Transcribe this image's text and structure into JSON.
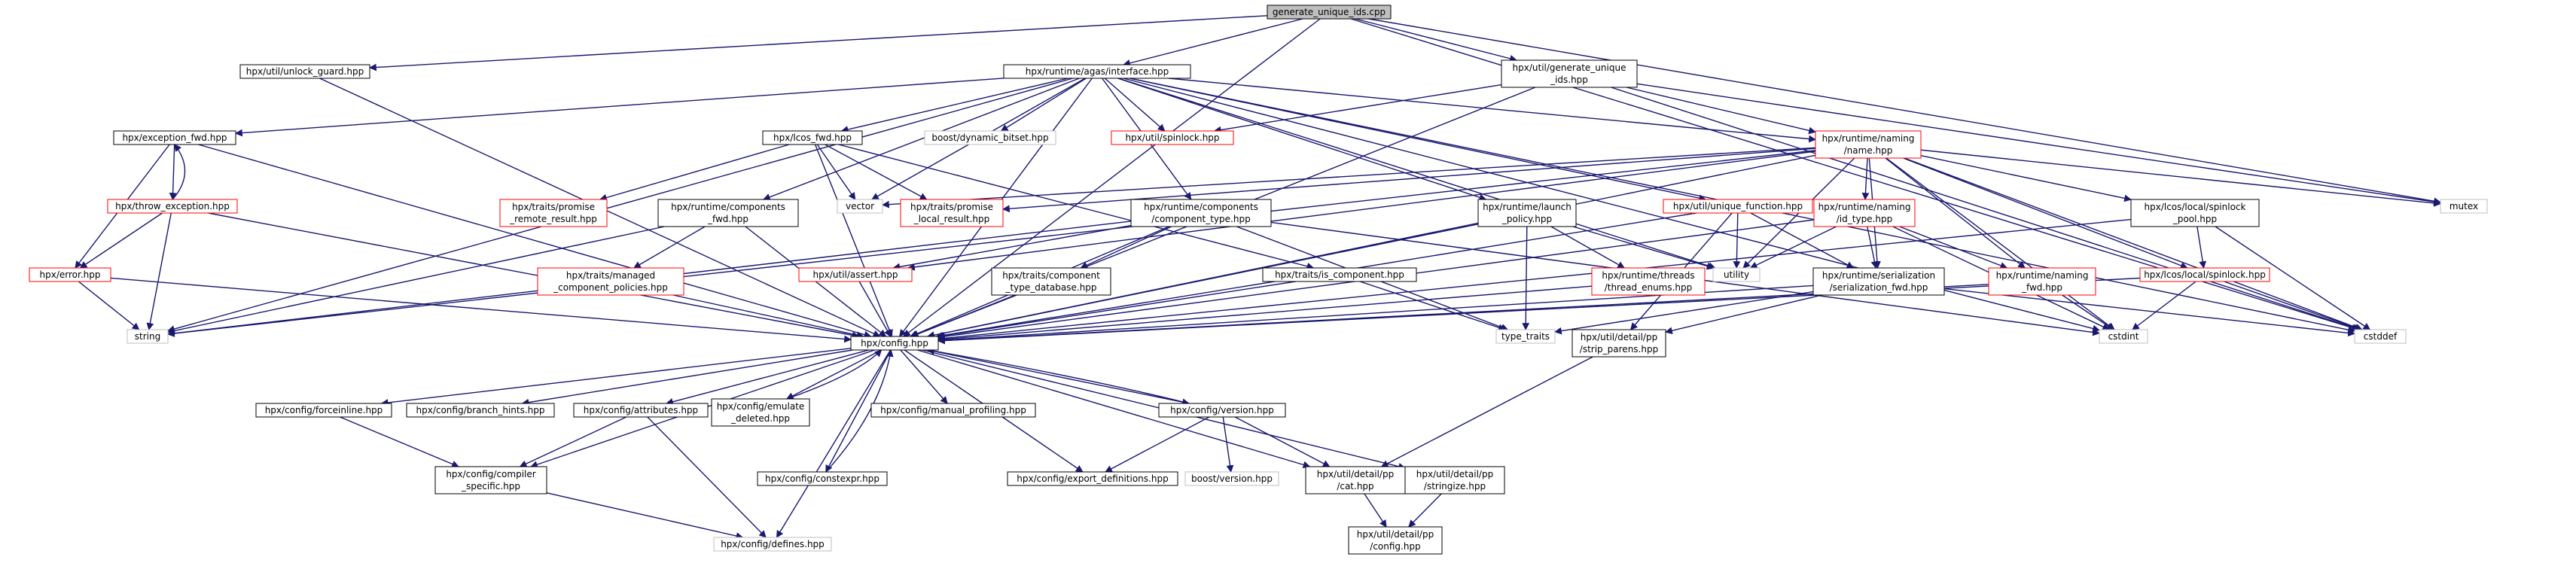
{
  "colors": {
    "edge": "#191970",
    "box_default": "#000000",
    "box_red": "#ff0000",
    "box_gray": "#bfbfbf",
    "root_fill": "#bfbfbf"
  },
  "nodes": [
    {
      "id": "root",
      "lines": [
        "generate_unique_ids.cpp"
      ],
      "style": "root"
    },
    {
      "id": "unlock_guard",
      "lines": [
        "hpx/util/unlock_guard.hpp"
      ],
      "style": "black"
    },
    {
      "id": "agas_interface",
      "lines": [
        "hpx/runtime/agas/interface.hpp"
      ],
      "style": "black"
    },
    {
      "id": "gen_unique_ids",
      "lines": [
        "hpx/util/generate_unique",
        "_ids.hpp"
      ],
      "style": "black"
    },
    {
      "id": "exception_fwd",
      "lines": [
        "hpx/exception_fwd.hpp"
      ],
      "style": "black"
    },
    {
      "id": "throw_exception",
      "lines": [
        "hpx/throw_exception.hpp"
      ],
      "style": "red"
    },
    {
      "id": "error",
      "lines": [
        "hpx/error.hpp"
      ],
      "style": "red"
    },
    {
      "id": "string",
      "lines": [
        "string"
      ],
      "style": "gray"
    },
    {
      "id": "lcos_fwd",
      "lines": [
        "hpx/lcos_fwd.hpp"
      ],
      "style": "black"
    },
    {
      "id": "promise_remote",
      "lines": [
        "hpx/traits/promise",
        "_remote_result.hpp"
      ],
      "style": "red"
    },
    {
      "id": "components_fwd",
      "lines": [
        "hpx/runtime/components",
        "_fwd.hpp"
      ],
      "style": "black"
    },
    {
      "id": "managed_component",
      "lines": [
        "hpx/traits/managed",
        "_component_policies.hpp"
      ],
      "style": "red"
    },
    {
      "id": "vector",
      "lines": [
        "vector"
      ],
      "style": "gray"
    },
    {
      "id": "promise_local",
      "lines": [
        "hpx/traits/promise",
        "_local_result.hpp"
      ],
      "style": "red"
    },
    {
      "id": "boost_dynamic_bitset",
      "lines": [
        "boost/dynamic_bitset.hpp"
      ],
      "style": "gray"
    },
    {
      "id": "spinlock",
      "lines": [
        "hpx/util/spinlock.hpp"
      ],
      "style": "red"
    },
    {
      "id": "component_type",
      "lines": [
        "hpx/runtime/components",
        "/component_type.hpp"
      ],
      "style": "black"
    },
    {
      "id": "assert",
      "lines": [
        "hpx/util/assert.hpp"
      ],
      "style": "red"
    },
    {
      "id": "component_type_db",
      "lines": [
        "hpx/traits/component",
        "_type_database.hpp"
      ],
      "style": "black"
    },
    {
      "id": "is_component",
      "lines": [
        "hpx/traits/is_component.hpp"
      ],
      "style": "black"
    },
    {
      "id": "launch_policy",
      "lines": [
        "hpx/runtime/launch",
        "_policy.hpp"
      ],
      "style": "black"
    },
    {
      "id": "unique_function",
      "lines": [
        "hpx/util/unique_function.hpp"
      ],
      "style": "red"
    },
    {
      "id": "thread_enums",
      "lines": [
        "hpx/runtime/threads",
        "/thread_enums.hpp"
      ],
      "style": "red"
    },
    {
      "id": "naming_name",
      "lines": [
        "hpx/runtime/naming",
        "/name.hpp"
      ],
      "style": "red"
    },
    {
      "id": "utility",
      "lines": [
        "utility"
      ],
      "style": "gray"
    },
    {
      "id": "id_type",
      "lines": [
        "hpx/runtime/naming",
        "/id_type.hpp"
      ],
      "style": "red"
    },
    {
      "id": "serialization_fwd",
      "lines": [
        "hpx/runtime/serialization",
        "/serialization_fwd.hpp"
      ],
      "style": "black"
    },
    {
      "id": "naming_fwd",
      "lines": [
        "hpx/runtime/naming",
        "_fwd.hpp"
      ],
      "style": "red"
    },
    {
      "id": "spinlock_pool",
      "lines": [
        "hpx/lcos/local/spinlock",
        "_pool.hpp"
      ],
      "style": "black"
    },
    {
      "id": "local_spinlock",
      "lines": [
        "hpx/lcos/local/spinlock.hpp"
      ],
      "style": "red"
    },
    {
      "id": "mutex",
      "lines": [
        "mutex"
      ],
      "style": "gray"
    },
    {
      "id": "type_traits",
      "lines": [
        "type_traits"
      ],
      "style": "gray"
    },
    {
      "id": "strip_parens",
      "lines": [
        "hpx/util/detail/pp",
        "/strip_parens.hpp"
      ],
      "style": "black"
    },
    {
      "id": "cstdint",
      "lines": [
        "cstdint"
      ],
      "style": "gray"
    },
    {
      "id": "cstddef",
      "lines": [
        "cstddef"
      ],
      "style": "gray"
    },
    {
      "id": "config",
      "lines": [
        "hpx/config.hpp"
      ],
      "style": "black"
    },
    {
      "id": "forceinline",
      "lines": [
        "hpx/config/forceinline.hpp"
      ],
      "style": "black"
    },
    {
      "id": "branch_hints",
      "lines": [
        "hpx/config/branch_hints.hpp"
      ],
      "style": "black"
    },
    {
      "id": "attributes",
      "lines": [
        "hpx/config/attributes.hpp"
      ],
      "style": "black"
    },
    {
      "id": "emulate_deleted",
      "lines": [
        "hpx/config/emulate",
        "_deleted.hpp"
      ],
      "style": "black"
    },
    {
      "id": "manual_profiling",
      "lines": [
        "hpx/config/manual_profiling.hpp"
      ],
      "style": "black"
    },
    {
      "id": "version",
      "lines": [
        "hpx/config/version.hpp"
      ],
      "style": "black"
    },
    {
      "id": "compiler_specific",
      "lines": [
        "hpx/config/compiler",
        "_specific.hpp"
      ],
      "style": "black"
    },
    {
      "id": "constexpr",
      "lines": [
        "hpx/config/constexpr.hpp"
      ],
      "style": "black"
    },
    {
      "id": "export_definitions",
      "lines": [
        "hpx/config/export_definitions.hpp"
      ],
      "style": "black"
    },
    {
      "id": "boost_version",
      "lines": [
        "boost/version.hpp"
      ],
      "style": "gray"
    },
    {
      "id": "pp_cat",
      "lines": [
        "hpx/util/detail/pp",
        "/cat.hpp"
      ],
      "style": "black"
    },
    {
      "id": "pp_stringize",
      "lines": [
        "hpx/util/detail/pp",
        "/stringize.hpp"
      ],
      "style": "black"
    },
    {
      "id": "defines",
      "lines": [
        "hpx/config/defines.hpp"
      ],
      "style": "gray"
    },
    {
      "id": "pp_config",
      "lines": [
        "hpx/util/detail/pp",
        "/config.hpp"
      ],
      "style": "black"
    }
  ],
  "edges": [
    [
      "root",
      "unlock_guard"
    ],
    [
      "root",
      "agas_interface"
    ],
    [
      "root",
      "gen_unique_ids"
    ],
    [
      "root",
      "config"
    ],
    [
      "root",
      "mutex"
    ],
    [
      "root",
      "cstddef"
    ],
    [
      "unlock_guard",
      "config"
    ],
    [
      "agas_interface",
      "exception_fwd"
    ],
    [
      "agas_interface",
      "string"
    ],
    [
      "agas_interface",
      "lcos_fwd"
    ],
    [
      "agas_interface",
      "components_fwd"
    ],
    [
      "agas_interface",
      "vector"
    ],
    [
      "agas_interface",
      "boost_dynamic_bitset"
    ],
    [
      "agas_interface",
      "spinlock"
    ],
    [
      "agas_interface",
      "component_type"
    ],
    [
      "agas_interface",
      "launch_policy"
    ],
    [
      "agas_interface",
      "unique_function"
    ],
    [
      "agas_interface",
      "naming_name"
    ],
    [
      "agas_interface",
      "utility"
    ],
    [
      "agas_interface",
      "config"
    ],
    [
      "agas_interface",
      "cstdint"
    ],
    [
      "agas_interface",
      "cstddef"
    ],
    [
      "gen_unique_ids",
      "spinlock"
    ],
    [
      "gen_unique_ids",
      "naming_name"
    ],
    [
      "gen_unique_ids",
      "mutex"
    ],
    [
      "gen_unique_ids",
      "cstddef"
    ],
    [
      "gen_unique_ids",
      "config"
    ],
    [
      "exception_fwd",
      "throw_exception"
    ],
    [
      "exception_fwd",
      "error"
    ],
    [
      "exception_fwd",
      "config"
    ],
    [
      "throw_exception",
      "exception_fwd"
    ],
    [
      "throw_exception",
      "error"
    ],
    [
      "throw_exception",
      "string"
    ],
    [
      "throw_exception",
      "config"
    ],
    [
      "error",
      "string"
    ],
    [
      "error",
      "config"
    ],
    [
      "lcos_fwd",
      "promise_remote"
    ],
    [
      "lcos_fwd",
      "promise_local"
    ],
    [
      "lcos_fwd",
      "vector"
    ],
    [
      "lcos_fwd",
      "config"
    ],
    [
      "lcos_fwd",
      "is_component"
    ],
    [
      "components_fwd",
      "managed_component"
    ],
    [
      "components_fwd",
      "string"
    ],
    [
      "components_fwd",
      "config"
    ],
    [
      "managed_component",
      "config"
    ],
    [
      "naming_name",
      "vector"
    ],
    [
      "naming_name",
      "promise_local"
    ],
    [
      "naming_name",
      "id_type"
    ],
    [
      "naming_name",
      "serialization_fwd"
    ],
    [
      "naming_name",
      "naming_fwd"
    ],
    [
      "naming_name",
      "spinlock_pool"
    ],
    [
      "naming_name",
      "local_spinlock"
    ],
    [
      "naming_name",
      "mutex"
    ],
    [
      "naming_name",
      "cstdint"
    ],
    [
      "naming_name",
      "cstddef"
    ],
    [
      "naming_name",
      "utility"
    ],
    [
      "naming_name",
      "assert"
    ],
    [
      "naming_name",
      "config"
    ],
    [
      "naming_name",
      "string"
    ],
    [
      "component_type",
      "assert"
    ],
    [
      "component_type",
      "component_type_db"
    ],
    [
      "component_type",
      "string"
    ],
    [
      "component_type",
      "config"
    ],
    [
      "component_type",
      "cstdint"
    ],
    [
      "component_type",
      "type_traits"
    ],
    [
      "component_type_db",
      "config"
    ],
    [
      "assert",
      "config"
    ],
    [
      "is_component",
      "type_traits"
    ],
    [
      "is_component",
      "config"
    ],
    [
      "launch_policy",
      "thread_enums"
    ],
    [
      "launch_policy",
      "utility"
    ],
    [
      "launch_policy",
      "type_traits"
    ],
    [
      "launch_policy",
      "config"
    ],
    [
      "unique_function",
      "serialization_fwd"
    ],
    [
      "unique_function",
      "utility"
    ],
    [
      "unique_function",
      "config"
    ],
    [
      "unique_function",
      "strip_parens"
    ],
    [
      "thread_enums",
      "config"
    ],
    [
      "id_type",
      "serialization_fwd"
    ],
    [
      "id_type",
      "naming_fwd"
    ],
    [
      "id_type",
      "utility"
    ],
    [
      "id_type",
      "cstdint"
    ],
    [
      "id_type",
      "config"
    ],
    [
      "serialization_fwd",
      "strip_parens"
    ],
    [
      "serialization_fwd",
      "type_traits"
    ],
    [
      "serialization_fwd",
      "cstddef"
    ],
    [
      "serialization_fwd",
      "config"
    ],
    [
      "naming_fwd",
      "cstdint"
    ],
    [
      "naming_fwd",
      "config"
    ],
    [
      "spinlock_pool",
      "local_spinlock"
    ],
    [
      "spinlock_pool",
      "cstddef"
    ],
    [
      "spinlock_pool",
      "config"
    ],
    [
      "local_spinlock",
      "config"
    ],
    [
      "local_spinlock",
      "cstddef"
    ],
    [
      "local_spinlock",
      "cstdint"
    ],
    [
      "strip_parens",
      "pp_cat"
    ],
    [
      "config",
      "forceinline"
    ],
    [
      "config",
      "branch_hints"
    ],
    [
      "config",
      "attributes"
    ],
    [
      "config",
      "emulate_deleted"
    ],
    [
      "config",
      "manual_profiling"
    ],
    [
      "config",
      "version"
    ],
    [
      "config",
      "constexpr"
    ],
    [
      "config",
      "export_definitions"
    ],
    [
      "config",
      "pp_cat"
    ],
    [
      "config",
      "pp_stringize"
    ],
    [
      "config",
      "defines"
    ],
    [
      "config",
      "compiler_specific"
    ],
    [
      "forceinline",
      "compiler_specific"
    ],
    [
      "attributes",
      "compiler_specific"
    ],
    [
      "attributes",
      "defines"
    ],
    [
      "emulate_deleted",
      "config"
    ],
    [
      "version",
      "config"
    ],
    [
      "version",
      "export_definitions"
    ],
    [
      "version",
      "boost_version"
    ],
    [
      "version",
      "pp_cat"
    ],
    [
      "constexpr",
      "config"
    ],
    [
      "compiler_specific",
      "defines"
    ],
    [
      "pp_cat",
      "pp_config"
    ],
    [
      "pp_stringize",
      "pp_config"
    ]
  ]
}
